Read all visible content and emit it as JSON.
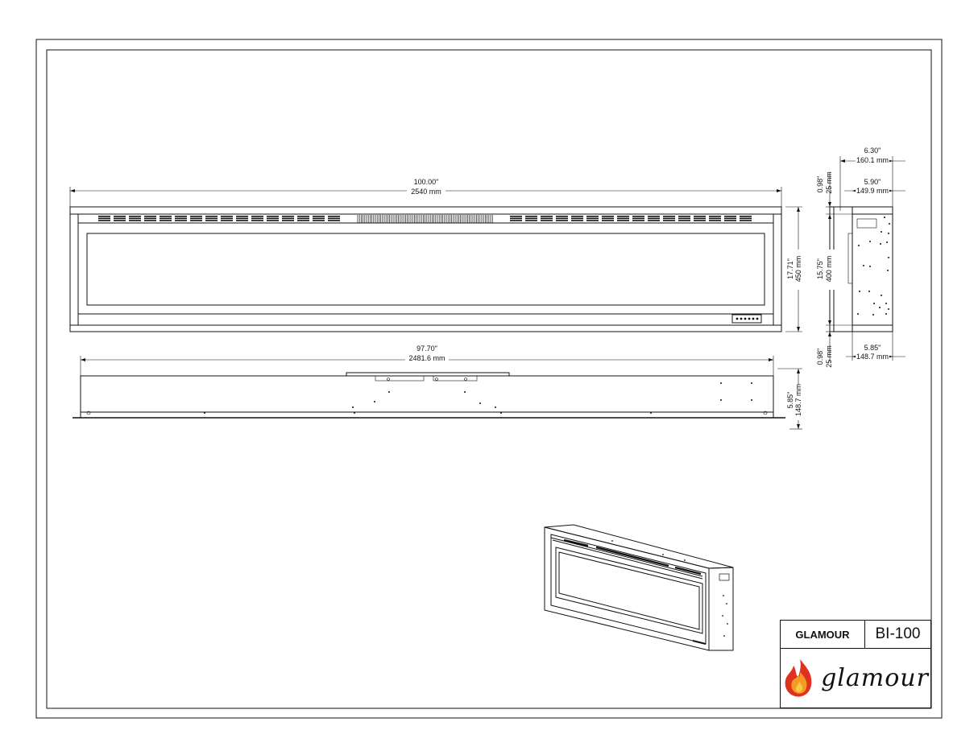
{
  "front_view": {
    "width_in": "100.00\"",
    "width_mm": "2540 mm",
    "height_in": "17.71\"",
    "height_mm": "450 mm"
  },
  "top_view": {
    "width_in": "97.70\"",
    "width_mm": "2481.6 mm",
    "depth_in": "5.85\"",
    "depth_mm": "148.7 mm"
  },
  "side_view": {
    "overall_depth_in": "6.30\"",
    "overall_depth_mm": "160.1 mm",
    "inner_depth_in": "5.90\"",
    "inner_depth_mm": "149.9 mm",
    "top_flange_in": "0.98\"",
    "top_flange_mm": "25 mm",
    "body_height_in": "15.75\"",
    "body_height_mm": "400 mm",
    "bottom_flange_in": "0.98\"",
    "bottom_flange_mm": "25 mm",
    "bottom_depth_in": "5.85\"",
    "bottom_depth_mm": "148.7 mm"
  },
  "title_block": {
    "brand": "GLAMOUR",
    "model": "BI-100",
    "logo_text": "glamour"
  },
  "colors": {
    "line": "#111111",
    "flame_red": "#e0301e",
    "flame_orange": "#f59a23",
    "flame_yellow": "#f7c948"
  }
}
